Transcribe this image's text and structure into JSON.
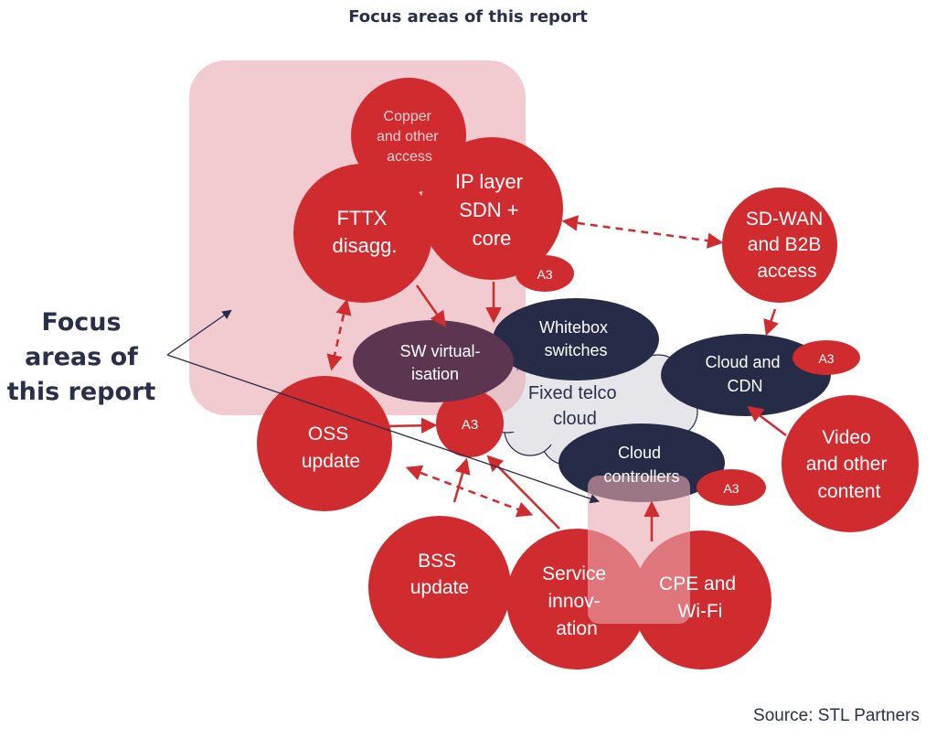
{
  "title": "Focus areas of this report",
  "source": "Source: STL Partners",
  "focus_label": [
    "Focus",
    "areas of",
    "this report"
  ],
  "nodes": {
    "copper": [
      "Copper",
      "and other",
      "access"
    ],
    "ip_layer": [
      "IP layer",
      "SDN +",
      "core"
    ],
    "fttx": [
      "FTTX",
      "disagg."
    ],
    "sdwan": [
      "SD-WAN",
      "and B2B",
      "access"
    ],
    "whitebox": [
      "Whitebox",
      "switches"
    ],
    "sw_virt": [
      "SW virtual-",
      "isation"
    ],
    "fixed_cloud": [
      "Fixed telco",
      "cloud"
    ],
    "cloud_cdn": [
      "Cloud and",
      "CDN"
    ],
    "video": [
      "Video",
      "and other",
      "content"
    ],
    "oss": [
      "OSS",
      "update"
    ],
    "cloud_controllers": [
      "Cloud",
      "controllers"
    ],
    "bss": [
      "BSS",
      "update"
    ],
    "service": [
      "Service",
      "innov-",
      "ation"
    ],
    "cpe": [
      "CPE and",
      "Wi-Fi"
    ]
  },
  "a3_label": "A3",
  "colors": {
    "red": "#d02b2f",
    "dark_navy": "#262b48",
    "virt_purple": "#5c3550",
    "cloud_grey": "#e6e5ea",
    "focus_pink": "#e7a9b1",
    "text_dark": "#2a2f4a",
    "text_light": "#ffffff",
    "text_copper": "#f6d2d6"
  }
}
